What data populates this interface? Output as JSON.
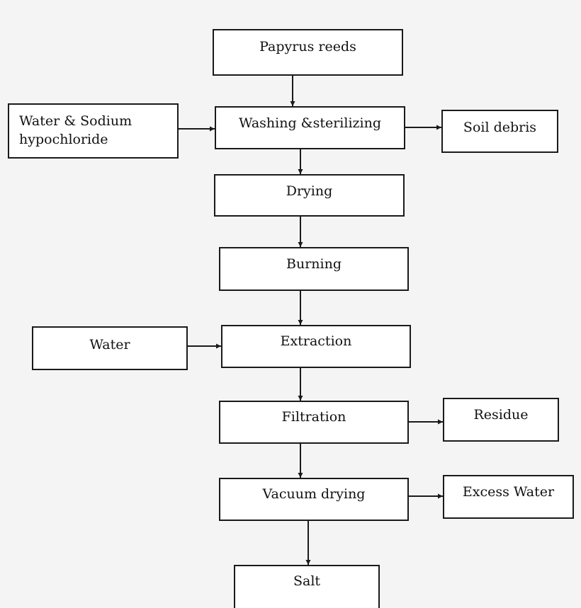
{
  "diagram": {
    "nodes": {
      "papyrus_reeds": "Papyrus reeds",
      "washing": "Washing &sterilizing",
      "water_sodium": [
        "Water & Sodium",
        "hypochloride"
      ],
      "soil_debris": "Soil debris",
      "drying": "Drying",
      "burning": "Burning",
      "water": "Water",
      "extraction": "Extraction",
      "filtration": "Filtration",
      "residue": "Residue",
      "vacuum_drying": "Vacuum drying",
      "excess_water": "Excess Water",
      "salt": "Salt"
    },
    "edges": [
      {
        "from": "papyrus_reeds",
        "to": "washing"
      },
      {
        "from": "water_sodium",
        "to": "washing"
      },
      {
        "from": "washing",
        "to": "soil_debris"
      },
      {
        "from": "washing",
        "to": "drying"
      },
      {
        "from": "drying",
        "to": "burning"
      },
      {
        "from": "burning",
        "to": "extraction"
      },
      {
        "from": "water",
        "to": "extraction"
      },
      {
        "from": "extraction",
        "to": "filtration"
      },
      {
        "from": "filtration",
        "to": "residue"
      },
      {
        "from": "filtration",
        "to": "vacuum_drying"
      },
      {
        "from": "vacuum_drying",
        "to": "excess_water"
      },
      {
        "from": "vacuum_drying",
        "to": "salt"
      }
    ],
    "colors": {
      "line": "#1a1a1a",
      "box_fill": "#ffffff",
      "background": "#f4f4f4"
    }
  }
}
